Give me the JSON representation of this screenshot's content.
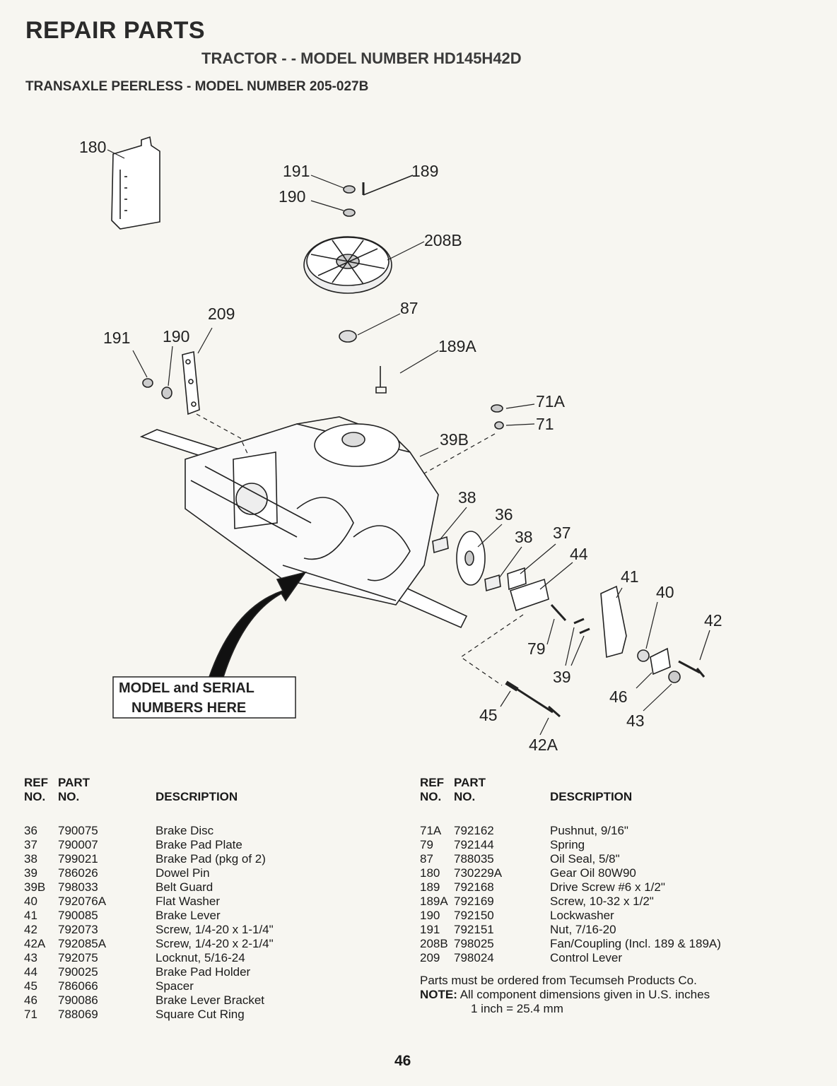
{
  "header": {
    "title": "REPAIR PARTS",
    "subtitle": "TRACTOR - - MODEL NUMBER HD145H42D",
    "subtitle2": "TRANSAXLE PEERLESS - MODEL NUMBER 205-027B"
  },
  "diagram": {
    "callouts": {
      "c180": "180",
      "c191a": "191",
      "c189": "189",
      "c190a": "190",
      "c208b": "208B",
      "c209": "209",
      "c191b": "191",
      "c190b": "190",
      "c87": "87",
      "c189a": "189A",
      "c71a": "71A",
      "c71": "71",
      "c39b": "39B",
      "c38a": "38",
      "c36": "36",
      "c38b": "38",
      "c37": "37",
      "c44": "44",
      "c41": "41",
      "c40": "40",
      "c42": "42",
      "c79": "79",
      "c39": "39",
      "c46": "46",
      "c43": "43",
      "c45": "45",
      "c42a": "42A"
    },
    "model_box_line1": "MODEL and SERIAL",
    "model_box_line2": "NUMBERS HERE"
  },
  "table_headers": {
    "ref": "REF",
    "no": "NO.",
    "part": "PART",
    "part_no": "NO.",
    "description": "DESCRIPTION"
  },
  "parts_left": [
    {
      "ref": "36",
      "part": "790075",
      "desc": "Brake Disc"
    },
    {
      "ref": "37",
      "part": "790007",
      "desc": "Brake Pad Plate"
    },
    {
      "ref": "38",
      "part": "799021",
      "desc": "Brake Pad (pkg of 2)"
    },
    {
      "ref": "39",
      "part": "786026",
      "desc": "Dowel Pin"
    },
    {
      "ref": "39B",
      "part": "798033",
      "desc": "Belt Guard"
    },
    {
      "ref": "40",
      "part": "792076A",
      "desc": "Flat Washer"
    },
    {
      "ref": "41",
      "part": "790085",
      "desc": "Brake Lever"
    },
    {
      "ref": "42",
      "part": "792073",
      "desc": "Screw, 1/4-20 x 1-1/4\""
    },
    {
      "ref": "42A",
      "part": "792085A",
      "desc": "Screw, 1/4-20 x 2-1/4\""
    },
    {
      "ref": "43",
      "part": "792075",
      "desc": "Locknut, 5/16-24"
    },
    {
      "ref": "44",
      "part": "790025",
      "desc": "Brake Pad Holder"
    },
    {
      "ref": "45",
      "part": "786066",
      "desc": "Spacer"
    },
    {
      "ref": "46",
      "part": "790086",
      "desc": "Brake Lever Bracket"
    },
    {
      "ref": "71",
      "part": "788069",
      "desc": "Square Cut Ring"
    }
  ],
  "parts_right": [
    {
      "ref": "71A",
      "part": "792162",
      "desc": "Pushnut, 9/16\""
    },
    {
      "ref": "79",
      "part": "792144",
      "desc": "Spring"
    },
    {
      "ref": "87",
      "part": "788035",
      "desc": "Oil Seal, 5/8\""
    },
    {
      "ref": "180",
      "part": "730229A",
      "desc": "Gear Oil 80W90"
    },
    {
      "ref": "189",
      "part": "792168",
      "desc": "Drive Screw #6 x 1/2\""
    },
    {
      "ref": "189A",
      "part": "792169",
      "desc": "Screw, 10-32 x 1/2\""
    },
    {
      "ref": "190",
      "part": "792150",
      "desc": "Lockwasher"
    },
    {
      "ref": "191",
      "part": "792151",
      "desc": "Nut, 7/16-20"
    },
    {
      "ref": "208B",
      "part": "798025",
      "desc": "Fan/Coupling (Incl. 189 & 189A)"
    },
    {
      "ref": "209",
      "part": "798024",
      "desc": "Control Lever"
    }
  ],
  "notes": {
    "order_text": "Parts must be ordered from Tecumseh Products Co.",
    "note_label": "NOTE:",
    "note_text": "All component dimensions given in U.S. inches",
    "conversion": "1 inch = 25.4 mm"
  },
  "page_number": "46"
}
